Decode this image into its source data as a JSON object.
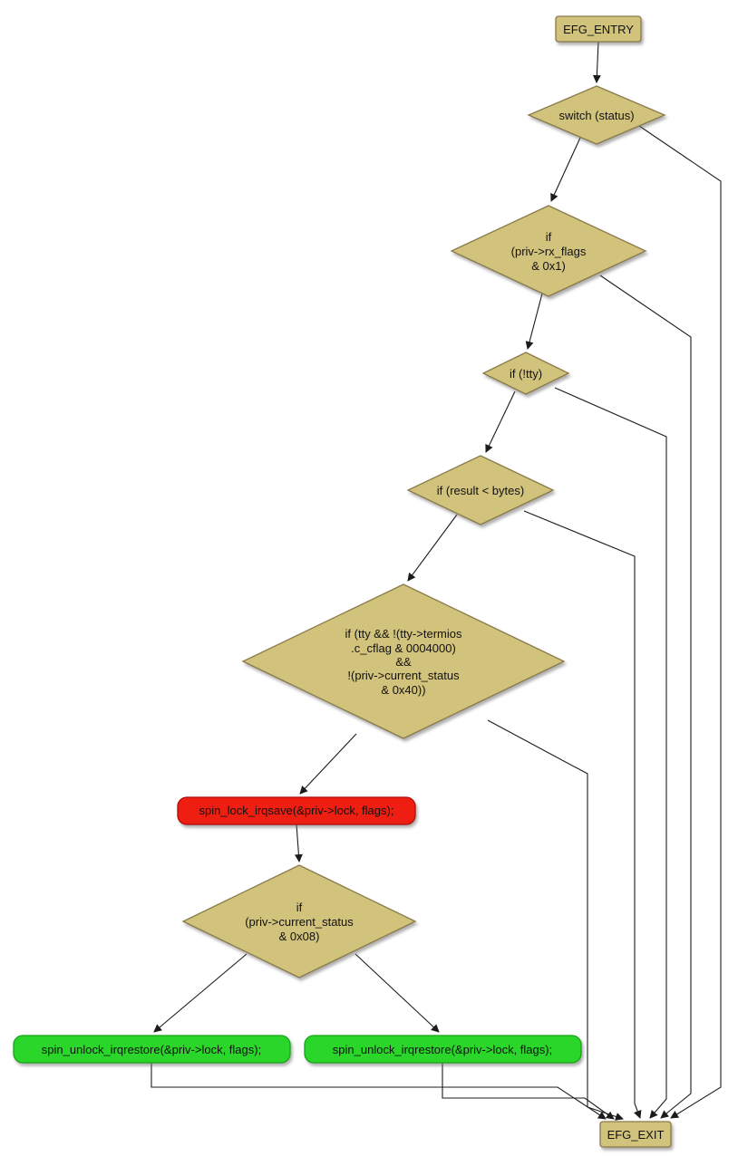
{
  "diagram": {
    "type": "control-flow-graph",
    "colors": {
      "node_fill": "#d2c37c",
      "red_fill": "#ee1f12",
      "green_fill": "#2bd62b",
      "edge": "#1c1c1c"
    },
    "nodes": {
      "entry": {
        "label": "EFG_ENTRY"
      },
      "switch_status": {
        "label": "switch (status)"
      },
      "rx_flags": {
        "lines": [
          "if",
          "(priv->rx_flags",
          "& 0x1)"
        ]
      },
      "not_tty": {
        "label": "if (!tty)"
      },
      "result_bytes": {
        "label": "if (result < bytes)"
      },
      "termios": {
        "lines": [
          "if (tty && !(tty->termios",
          ".c_cflag & 0004000)",
          "&&",
          "!(priv->current_status",
          "& 0x40))"
        ]
      },
      "spin_lock": {
        "label": "spin_lock_irqsave(&priv->lock, flags);"
      },
      "current_status": {
        "lines": [
          "if",
          "(priv->current_status",
          "& 0x08)"
        ]
      },
      "spin_unlock_left": {
        "label": "spin_unlock_irqrestore(&priv->lock, flags);"
      },
      "spin_unlock_right": {
        "label": "spin_unlock_irqrestore(&priv->lock, flags);"
      },
      "exit": {
        "label": "EFG_EXIT"
      }
    }
  }
}
